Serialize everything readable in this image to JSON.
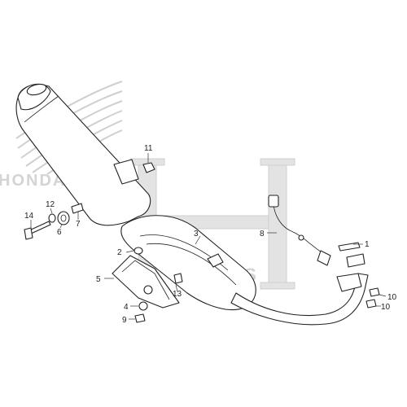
{
  "watermark": {
    "brand": "HONDA",
    "monogram": "H",
    "word": "PARTS"
  },
  "callouts": [
    {
      "id": "c1",
      "label": "1"
    },
    {
      "id": "c2",
      "label": "2"
    },
    {
      "id": "c3",
      "label": "3"
    },
    {
      "id": "c4",
      "label": "4"
    },
    {
      "id": "c5",
      "label": "5"
    },
    {
      "id": "c6",
      "label": "6"
    },
    {
      "id": "c7",
      "label": "7"
    },
    {
      "id": "c8",
      "label": "8"
    },
    {
      "id": "c9",
      "label": "9"
    },
    {
      "id": "c10a",
      "label": "10"
    },
    {
      "id": "c10b",
      "label": "10"
    },
    {
      "id": "c11",
      "label": "11"
    },
    {
      "id": "c12",
      "label": "12"
    },
    {
      "id": "c13",
      "label": "13"
    },
    {
      "id": "c14",
      "label": "14"
    }
  ]
}
